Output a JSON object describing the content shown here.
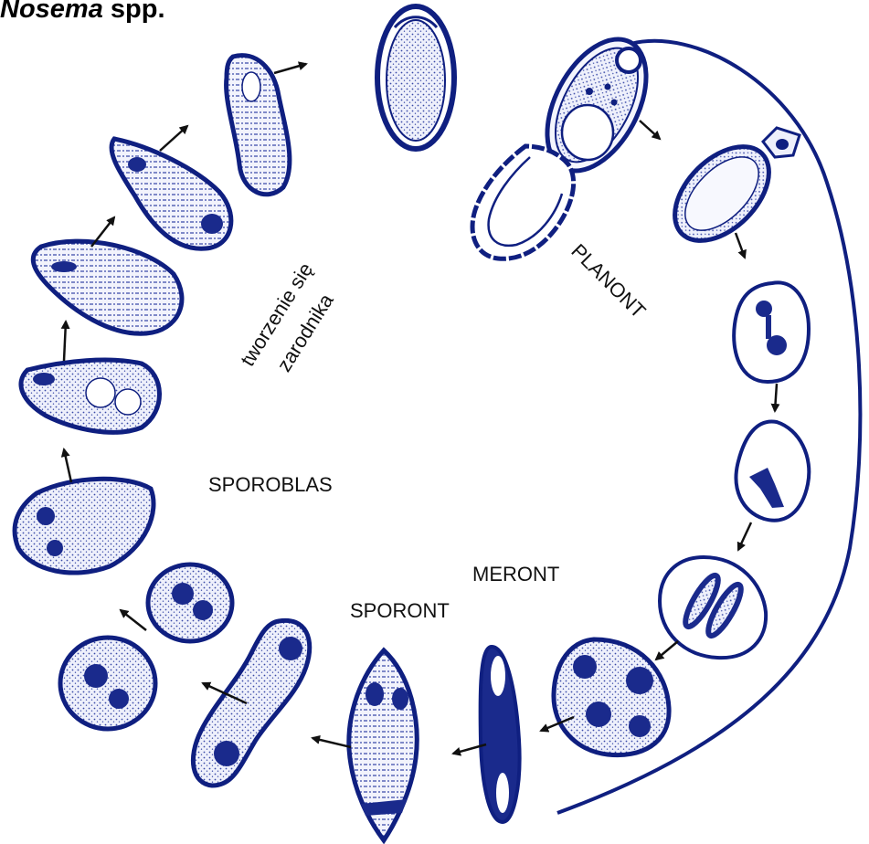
{
  "title": {
    "genus": "Nosema",
    "suffix": "spp."
  },
  "labels": {
    "spore_formation_line1": "tworzenie się",
    "spore_formation_line2": "zarodnika",
    "planont": "PLANONT",
    "sporoblas": "SPOROBLAS",
    "meront": "MERONT",
    "sporont": "SPORONT"
  },
  "colors": {
    "ink": "#0f1f80",
    "cell_fill": "#eef0fb",
    "dense": "#1a2a8c",
    "arrow": "#111111",
    "background": "#ffffff"
  }
}
